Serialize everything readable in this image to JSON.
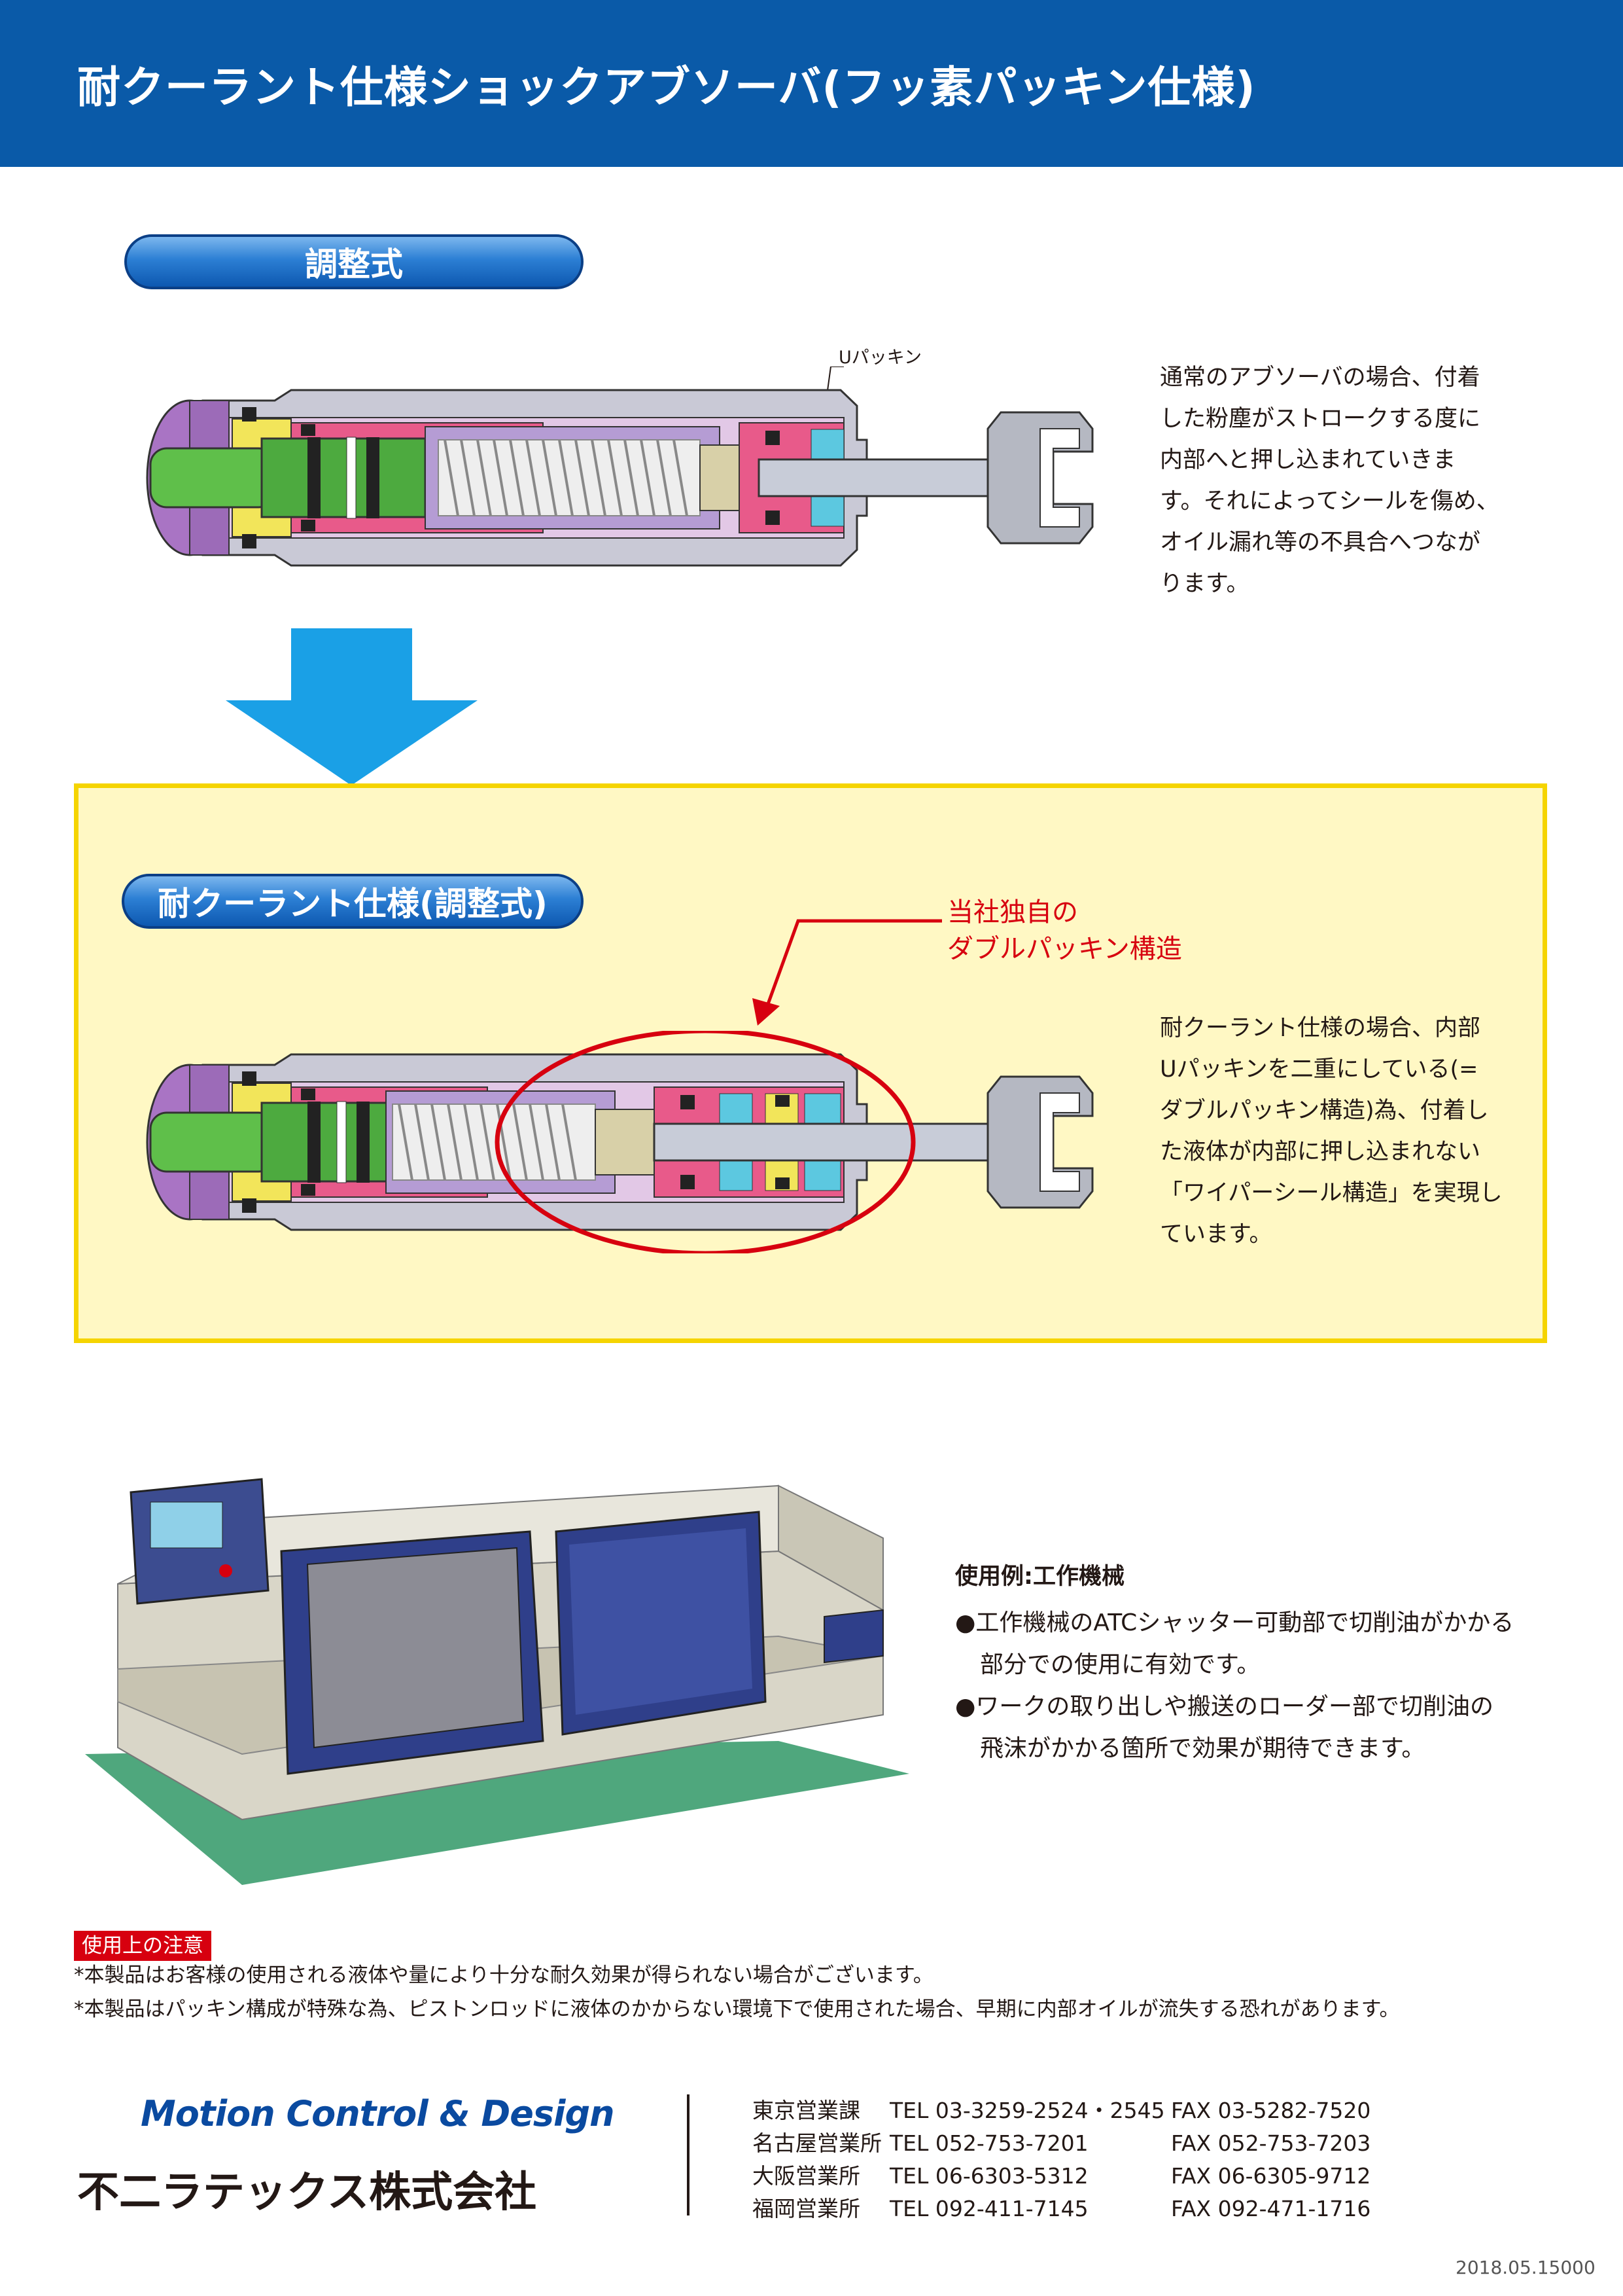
{
  "header": {
    "title": "耐クーラント仕様ショックアブソーバ(フッ素パッキン仕様)"
  },
  "section1": {
    "label": "調整式",
    "callout": "Uパッキン",
    "description": "通常のアブソーバの場合、付着\nした粉塵がストロークする度に\n内部へと押し込まれていきま\nす。それによってシールを傷め、\nオイル漏れ等の不具合へつなが\nります。"
  },
  "section2": {
    "label": "耐クーラント仕様(調整式)",
    "annotation_line1": "当社独自の",
    "annotation_line2": "ダブルパッキン構造",
    "description": "耐クーラント仕様の場合、内部\nUパッキンを二重にしている(=\nダブルパッキン構造)為、付着し\nた液体が内部に押し込まれない\n「ワイパーシール構造」を実現し\nています。"
  },
  "usage": {
    "heading": "使用例:工作機械",
    "bullet1_line1": "●工作機械のATCシャッター可動部で切削油がかかる",
    "bullet1_line2": "部分での使用に有効です。",
    "bullet2_line1": "●ワークの取り出しや搬送のローダー部で切削油の",
    "bullet2_line2": "飛沫がかかる箇所で効果が期待できます。"
  },
  "notice": {
    "label": "使用上の注意",
    "line1": "*本製品はお客様の使用される液体や量により十分な耐久効果が得られない場合がございます。",
    "line2": "*本製品はパッキン構成が特殊な為、ピストンロッドに液体のかからない環境下で使用された場合、早期に内部オイルが流失する恐れがあります。"
  },
  "footer": {
    "tagline": "Motion Control & Design",
    "company": "不二ラテックス株式会社",
    "offices": [
      {
        "name": "東京営業課",
        "tel": "TEL 03-3259-2524・2545",
        "fax": "FAX 03-5282-7520"
      },
      {
        "name": "名古屋営業所",
        "tel": "TEL 052-753-7201",
        "fax": "FAX 052-753-7203"
      },
      {
        "name": "大阪営業所",
        "tel": "TEL 06-6303-5312",
        "fax": "FAX 06-6305-9712"
      },
      {
        "name": "福岡営業所",
        "tel": "TEL 092-411-7145",
        "fax": "FAX 092-471-1716"
      }
    ],
    "code": "2018.05.15000"
  },
  "colors": {
    "header_blue": "#0a5aa8",
    "annotation_red": "#d7000f",
    "highlight_fill": "#fff8c4",
    "highlight_border": "#f5d400",
    "arrow_blue": "#1aa0e6"
  }
}
